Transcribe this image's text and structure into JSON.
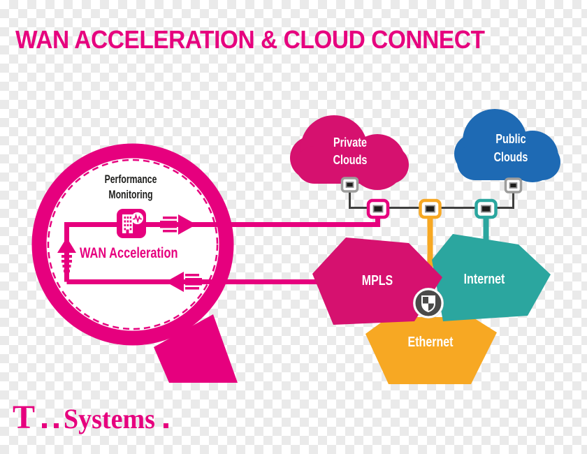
{
  "title": "WAN ACCELERATION & CLOUD CONNECT",
  "magnifier": {
    "monitoring_line1": "Performance",
    "monitoring_line2": "Monitoring",
    "acceleration_label": "WAN Acceleration"
  },
  "clouds": {
    "private": {
      "line1": "Private",
      "line2": "Clouds",
      "color": "#D6116F"
    },
    "public": {
      "line1": "Public",
      "line2": "Clouds",
      "color": "#1E6AB4"
    }
  },
  "networks": {
    "mpls": {
      "label": "MPLS",
      "color": "#D6116F"
    },
    "internet": {
      "label": "Internet",
      "color": "#2BA69F"
    },
    "ethernet": {
      "label": "Ethernet",
      "color": "#F7A823"
    }
  },
  "logo": {
    "t": "T",
    "dots": "··",
    "name": "Systems",
    "trailing_dot": "·"
  },
  "icons": {
    "monitor": "building-performance-monitor-icon",
    "shield": "security-shield-icon",
    "connector": "network-port-icon",
    "magnifier": "magnifying-glass-shape"
  },
  "colors": {
    "brand_magenta": "#E6007E",
    "dark_line": "#3F3F3E",
    "connector_gray": "#9D9D9C",
    "shield_circle": "#4A4A49",
    "checker": "#EAEAEA"
  }
}
